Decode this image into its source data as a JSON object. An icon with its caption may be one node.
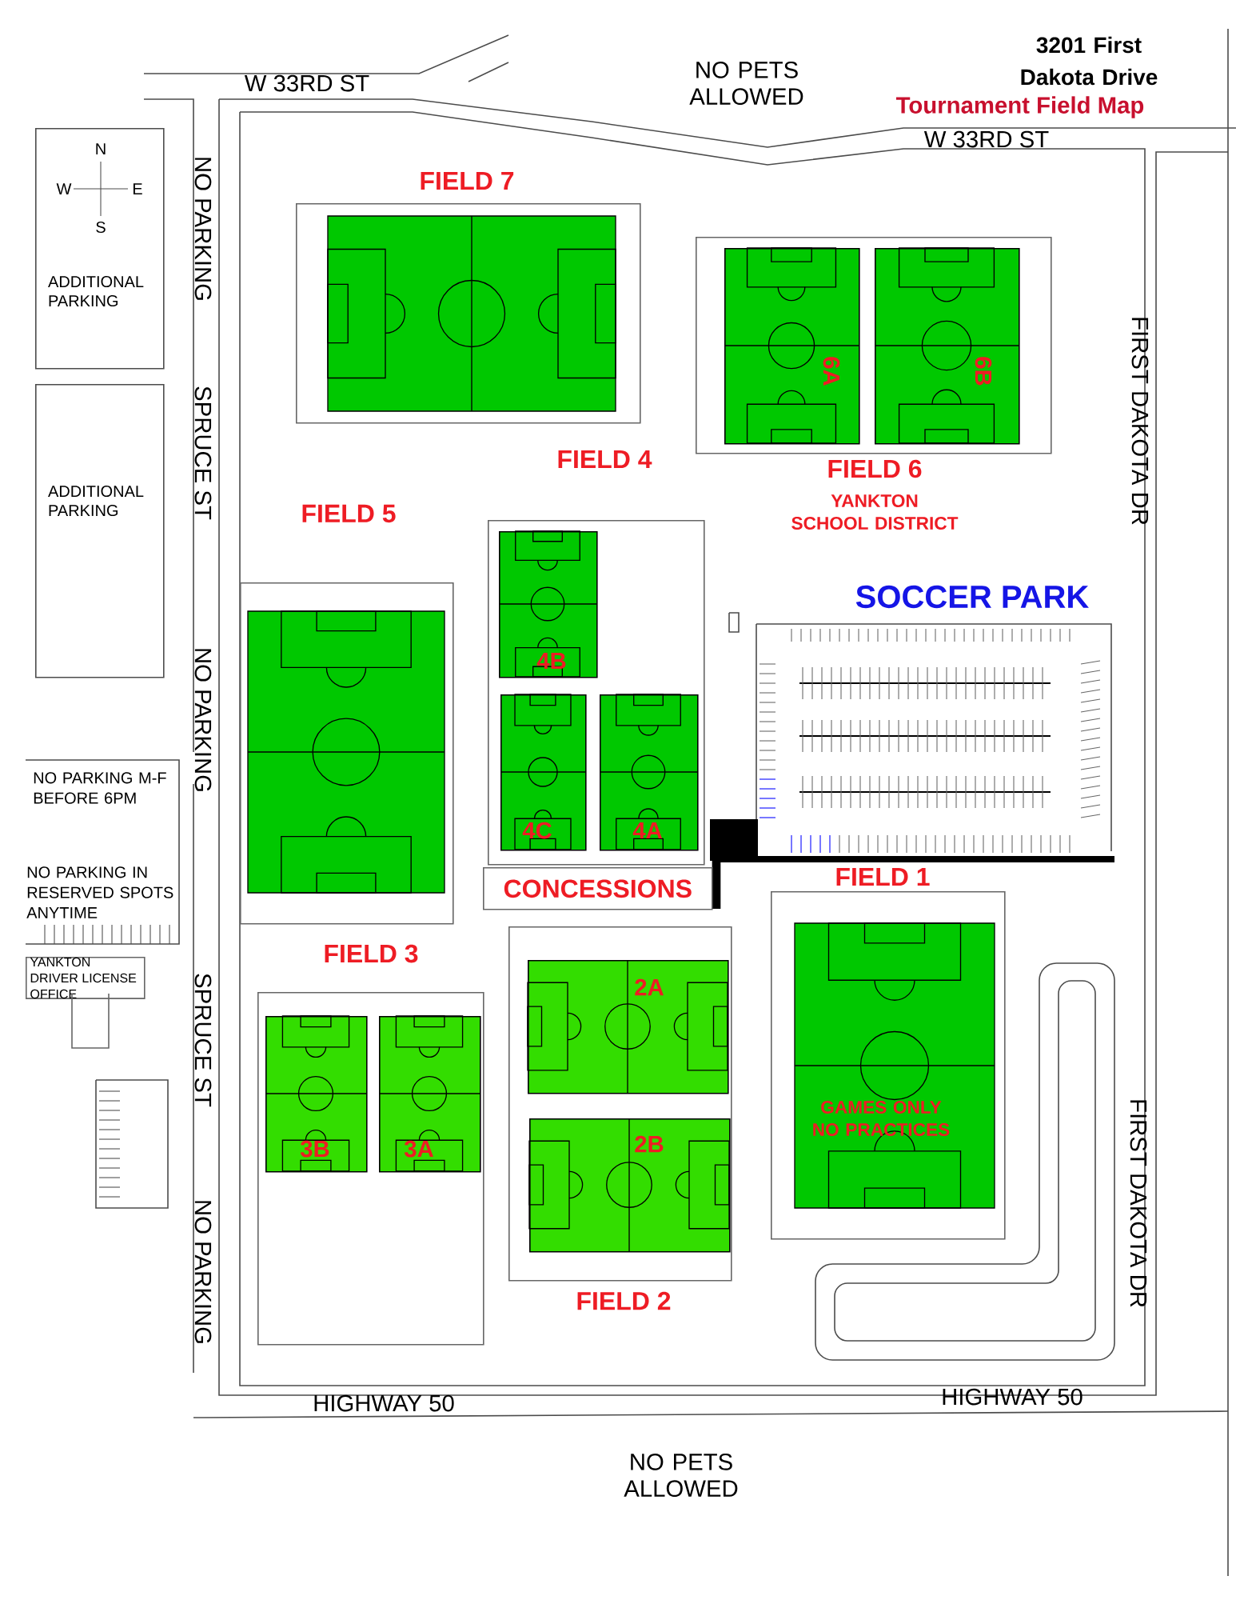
{
  "diagram": {
    "title": "Tournament Field Map",
    "nodes": [
      {
        "text": [
          "FIELD 7"
        ]
      },
      {
        "text": [
          "FIELD 6",
          "YANKTON SCHOOL DISTRICT"
        ]
      },
      {
        "text": [
          "6A"
        ],
        "in": 1
      },
      {
        "text": [
          "6B"
        ],
        "in": 1
      },
      {
        "text": [
          "FIELD 4"
        ]
      },
      {
        "text": [
          "4B"
        ],
        "in": 4
      },
      {
        "text": [
          "4C"
        ],
        "in": 4
      },
      {
        "text": [
          "4A"
        ],
        "in": 4
      },
      {
        "text": [
          "FIELD 5"
        ]
      },
      {
        "text": [
          "CONCESSIONS"
        ]
      },
      {
        "text": [
          "FIELD 3"
        ]
      },
      {
        "text": [
          "3B"
        ],
        "in": 10
      },
      {
        "text": [
          "3A"
        ],
        "in": 10
      },
      {
        "text": [
          "FIELD 2"
        ]
      },
      {
        "text": [
          "2A"
        ],
        "in": 13
      },
      {
        "text": [
          "2B"
        ],
        "in": 13
      },
      {
        "text": [
          "FIELD 1",
          "GAMES ONLY NO PRACTICES"
        ]
      },
      {
        "text": [
          "ADDITIONAL PARKING"
        ]
      },
      {
        "text": [
          "ADDITIONAL PARKING"
        ]
      },
      {
        "text": [
          "YANKTON DRIVER LICENSE OFFICE"
        ]
      }
    ],
    "labels": [
      "3201 First Dakota Drive",
      "W 33RD ST",
      "NO PETS ALLOWED",
      "W 33RD ST",
      "N",
      "W",
      "E",
      "S",
      "NO PARKING",
      "SPRUCE ST",
      "FIRST DAKOTA DR",
      "SOCCER PARK",
      "NO PARKING",
      "NO PARKING M-F BEFORE 6PM",
      "NO PARKING IN RESERVED SPOTS ANYTIME",
      "SPRUCE ST",
      "FIRST DAKOTA DR",
      "NO PARKING",
      "HIGHWAY 50",
      "HIGHWAY 50",
      "NO PETS ALLOWED"
    ]
  }
}
